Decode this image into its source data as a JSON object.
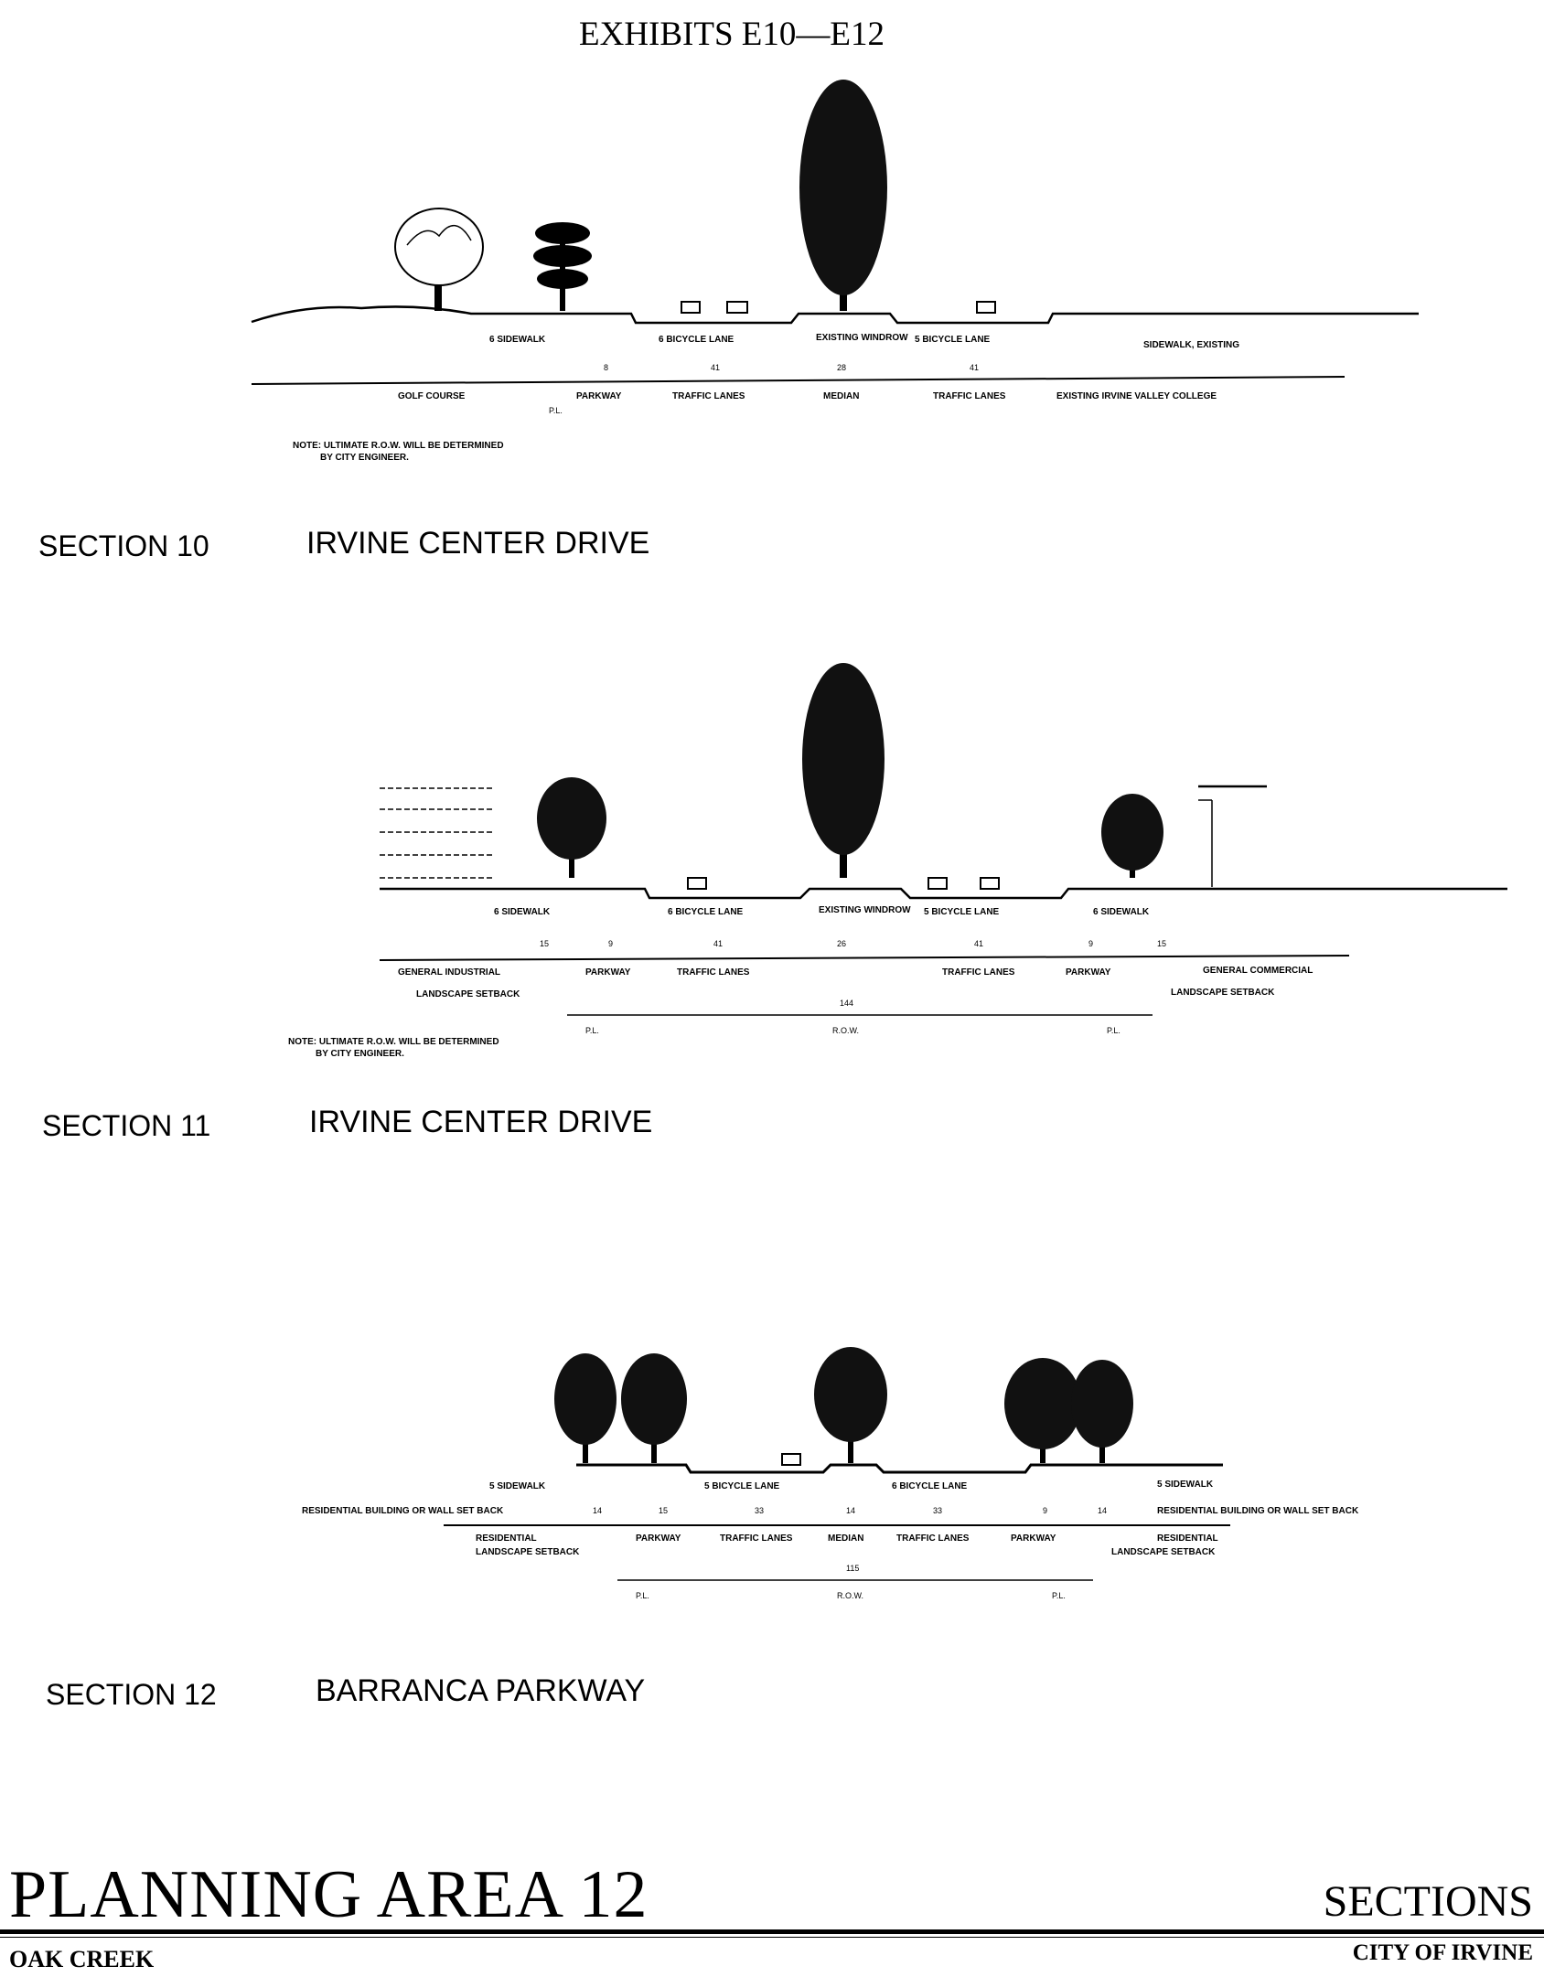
{
  "exhibit_title": "EXHIBITS E10—E12",
  "sections": [
    {
      "number": "SECTION 10",
      "name": "IRVINE CENTER  DRIVE",
      "labels": {
        "sidewalk_left": "6 SIDEWALK",
        "bicycle_left": "6 BICYCLE LANE",
        "median_tree": "EXISTING WINDROW",
        "bicycle_right": "5 BICYCLE LANE",
        "sidewalk_right": "SIDEWALK, EXISTING",
        "dim_parkway": "8",
        "dim_lanes_left": "41",
        "dim_median": "28",
        "dim_lanes_right": "41",
        "zone_golf": "GOLF  COURSE",
        "zone_parkway": "PARKWAY",
        "zone_lanes_left": "TRAFFIC  LANES",
        "zone_median": "MEDIAN",
        "zone_lanes_right": "TRAFFIC LANES",
        "zone_college": "EXISTING  IRVINE VALLEY COLLEGE",
        "pl": "P.L.",
        "note_line1": "NOTE: ULTIMATE R.O.W. WILL BE DETERMINED",
        "note_line2": "BY CITY ENGINEER."
      }
    },
    {
      "number": "SECTION 11",
      "name": "IRVINE CENTER  DRIVE",
      "labels": {
        "sidewalk_left": "6 SIDEWALK",
        "bicycle_left": "6 BICYCLE LANE",
        "median_tree": "EXISTING WINDROW",
        "bicycle_right": "5 BICYCLE LANE",
        "sidewalk_right": "6 SIDEWALK",
        "dim_setback_left": "15",
        "dim_parkway_left": "9",
        "dim_lanes_left": "41",
        "dim_median": "26",
        "dim_lanes_right": "41",
        "dim_parkway_right": "9",
        "dim_setback_right": "15",
        "zone_industrial": "GENERAL INDUSTRIAL",
        "zone_parkway_left": "PARKWAY",
        "zone_lanes_left": "TRAFFIC LANES",
        "zone_lanes_right": "TRAFFIC LANES",
        "zone_parkway_right": "PARKWAY",
        "zone_commercial": "GENERAL  COMMERCIAL",
        "setback_left": "LANDSCAPE SETBACK",
        "setback_right": "LANDSCAPE SETBACK",
        "row_width": "144",
        "row": "R.O.W.",
        "pl_left": "P.L.",
        "pl_right": "P.L.",
        "note_line1": "NOTE: ULTIMATE R.O.W. WILL BE DETERMINED",
        "note_line2": "BY CITY ENGINEER."
      }
    },
    {
      "number": "SECTION 12",
      "name": "BARRANCA  PARKWAY",
      "labels": {
        "sidewalk_left": "5 SIDEWALK",
        "bicycle_left": "5 BICYCLE LANE",
        "bicycle_right": "6 BICYCLE LANE",
        "sidewalk_right": "5 SIDEWALK",
        "setback_building_left": "RESIDENTIAL BUILDING  OR  WALL SET BACK",
        "setback_building_right": "RESIDENTIAL BUILDING  OR  WALL SET BACK",
        "dim_setback_left": "14",
        "dim_parkway_left": "15",
        "dim_lanes_left": "33",
        "dim_median": "14",
        "dim_lanes_right": "33",
        "dim_parkway_right": "9",
        "dim_setback_right": "14",
        "zone_res_left": "RESIDENTIAL",
        "zone_land_left": "LANDSCAPE SETBACK",
        "zone_parkway_left": "PARKWAY",
        "zone_lanes_left": "TRAFFIC LANES",
        "zone_median": "MEDIAN",
        "zone_lanes_right": "TRAFFIC LANES",
        "zone_parkway_right": "PARKWAY",
        "zone_res_right": "RESIDENTIAL",
        "zone_land_right": "LANDSCAPE SETBACK",
        "row_width": "115",
        "row": "R.O.W.",
        "pl_left": "P.L.",
        "pl_right": "P.L."
      }
    }
  ],
  "footer": {
    "planning_area": "PLANNING  AREA  12",
    "community": "OAK CREEK",
    "sections_word": "SECTIONS",
    "city": "CITY OF IRVINE"
  }
}
